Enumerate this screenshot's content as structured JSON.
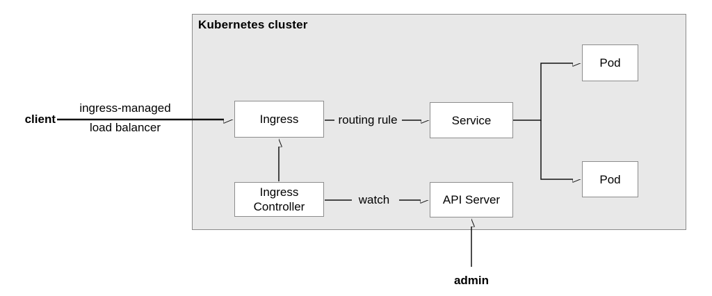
{
  "cluster": {
    "label": "Kubernetes cluster"
  },
  "external": {
    "client_label": "client",
    "admin_label": "admin"
  },
  "nodes": {
    "ingress": {
      "label": "Ingress"
    },
    "service": {
      "label": "Service"
    },
    "pod_top": {
      "label": "Pod"
    },
    "pod_bottom": {
      "label": "Pod"
    },
    "ingress_controller": {
      "label_line1": "Ingress",
      "label_line2": "Controller"
    },
    "api_server": {
      "label": "API Server"
    }
  },
  "edges": {
    "load_balancer": {
      "label_line1": "ingress-managed",
      "label_line2": "load balancer"
    },
    "routing_rule": {
      "label": "routing rule"
    },
    "watch": {
      "label": "watch"
    }
  },
  "colors": {
    "cluster_fill": "#e8e8e8",
    "cluster_border": "#8a8a8a",
    "node_fill": "#ffffff",
    "node_border": "#8c8c8c",
    "line": "#111111",
    "text": "#000000",
    "page_bg": "#ffffff"
  }
}
